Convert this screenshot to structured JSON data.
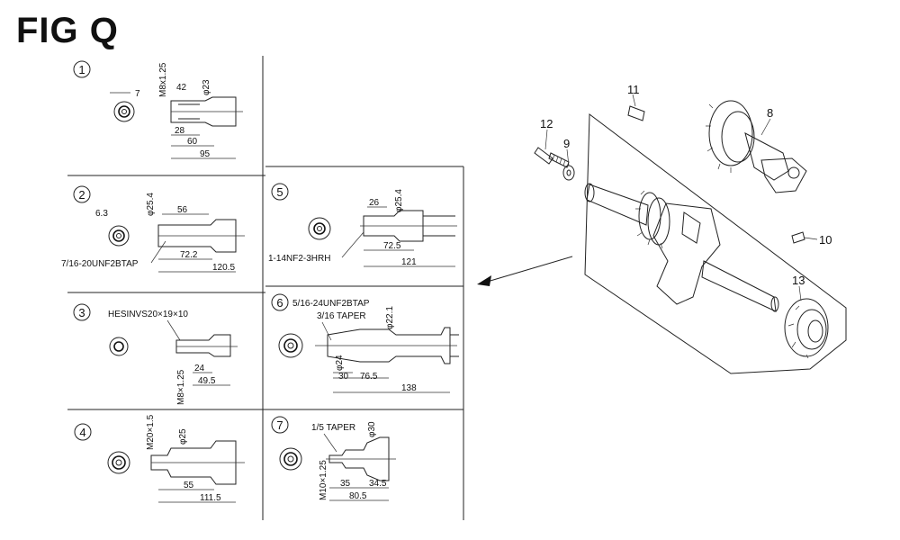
{
  "figure": {
    "title": "FIG Q"
  },
  "panels": [
    {
      "number": "1",
      "labels": {
        "thread": "M8x1.25",
        "d1": "7",
        "d2": "42",
        "d3": "φ23",
        "d4": "28",
        "d5": "60",
        "d6": "95"
      }
    },
    {
      "number": "2",
      "labels": {
        "d1": "6.3",
        "d2": "φ25.4",
        "d3": "56",
        "tap": "7/16-20UNF2BTAP",
        "d4": "72.2",
        "d5": "120.5"
      }
    },
    {
      "number": "3",
      "labels": {
        "spline": "HESINVS20×19×10",
        "thread": "M8×1.25",
        "d1": "24",
        "d2": "49.5"
      }
    },
    {
      "number": "4",
      "labels": {
        "thread": "M20×1.5",
        "d1": "φ25",
        "d2": "55",
        "d3": "111.5"
      }
    },
    {
      "number": "5",
      "labels": {
        "d1": "26",
        "d2": "φ25.4",
        "thread": "1-14NF2-3HRH",
        "d3": "72.5",
        "d4": "121"
      }
    },
    {
      "number": "6",
      "labels": {
        "tap": "5/16-24UNF2BTAP",
        "taper": "3/16 TAPER",
        "d1": "φ22.1",
        "d2": "φ24",
        "d3": "30",
        "d4": "76.5",
        "d5": "138"
      }
    },
    {
      "number": "7",
      "labels": {
        "taper": "1/5 TAPER",
        "d1": "φ30",
        "thread": "M10×1.25",
        "d2": "35",
        "d3": "34.5",
        "d4": "80.5"
      }
    }
  ],
  "callouts": [
    "8",
    "9",
    "10",
    "11",
    "12",
    "13"
  ]
}
